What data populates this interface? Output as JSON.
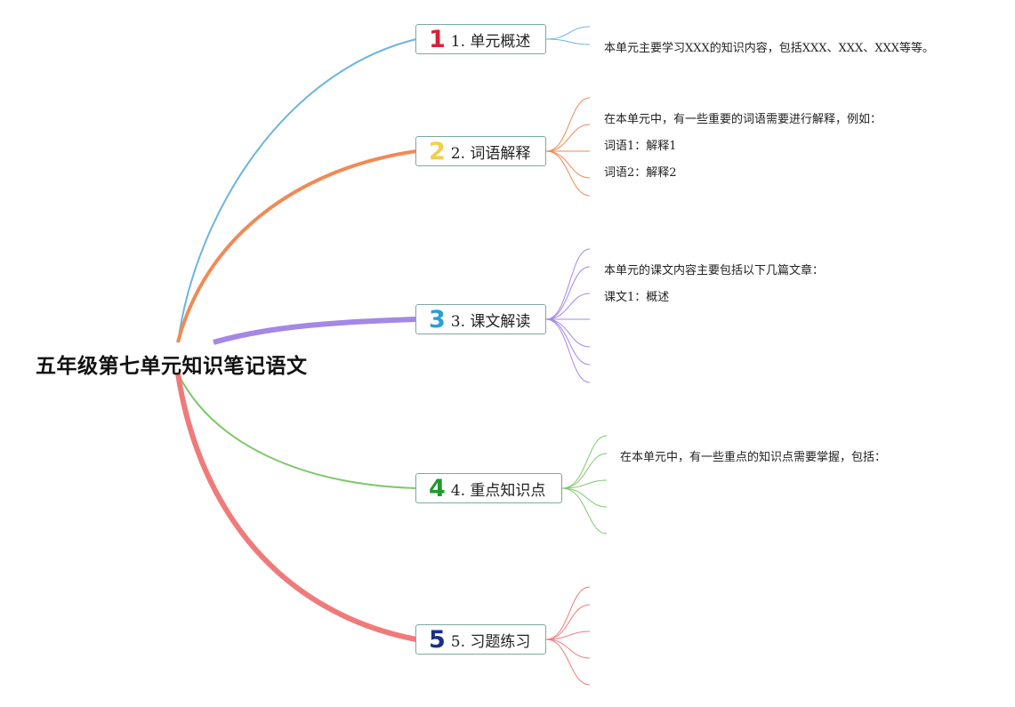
{
  "root": {
    "title": "五年级第七单元知识笔记语文"
  },
  "branches": [
    {
      "icon": "1",
      "icon_color": "#d4243a",
      "label": "1. 单元概述",
      "line_color": "#6cb5dd",
      "leaves": [
        "本单元主要学习XXX的知识内容，包括XXX、XXX、XXX等等。"
      ]
    },
    {
      "icon": "2",
      "icon_color": "#efd14a",
      "label": "2. 词语解释",
      "line_color": "#f08a55",
      "leaves": [
        "在本单元中，有一些重要的词语需要进行解释，例如：",
        "词语1：解释1",
        "词语2：解释2"
      ]
    },
    {
      "icon": "3",
      "icon_color": "#2a9fd8",
      "label": "3. 课文解读",
      "line_color": "#a487e6",
      "leaves": [
        "本单元的课文内容主要包括以下几篇文章：",
        "课文1：概述"
      ]
    },
    {
      "icon": "4",
      "icon_color": "#1f9a2e",
      "label": "4. 重点知识点",
      "line_color": "#7ec86c",
      "leaves": [
        "在本单元中，有一些重点的知识点需要掌握，包括："
      ]
    },
    {
      "icon": "5",
      "icon_color": "#1c2f86",
      "label": "5. 习题练习",
      "line_color": "#f07a7a",
      "leaves": []
    }
  ]
}
